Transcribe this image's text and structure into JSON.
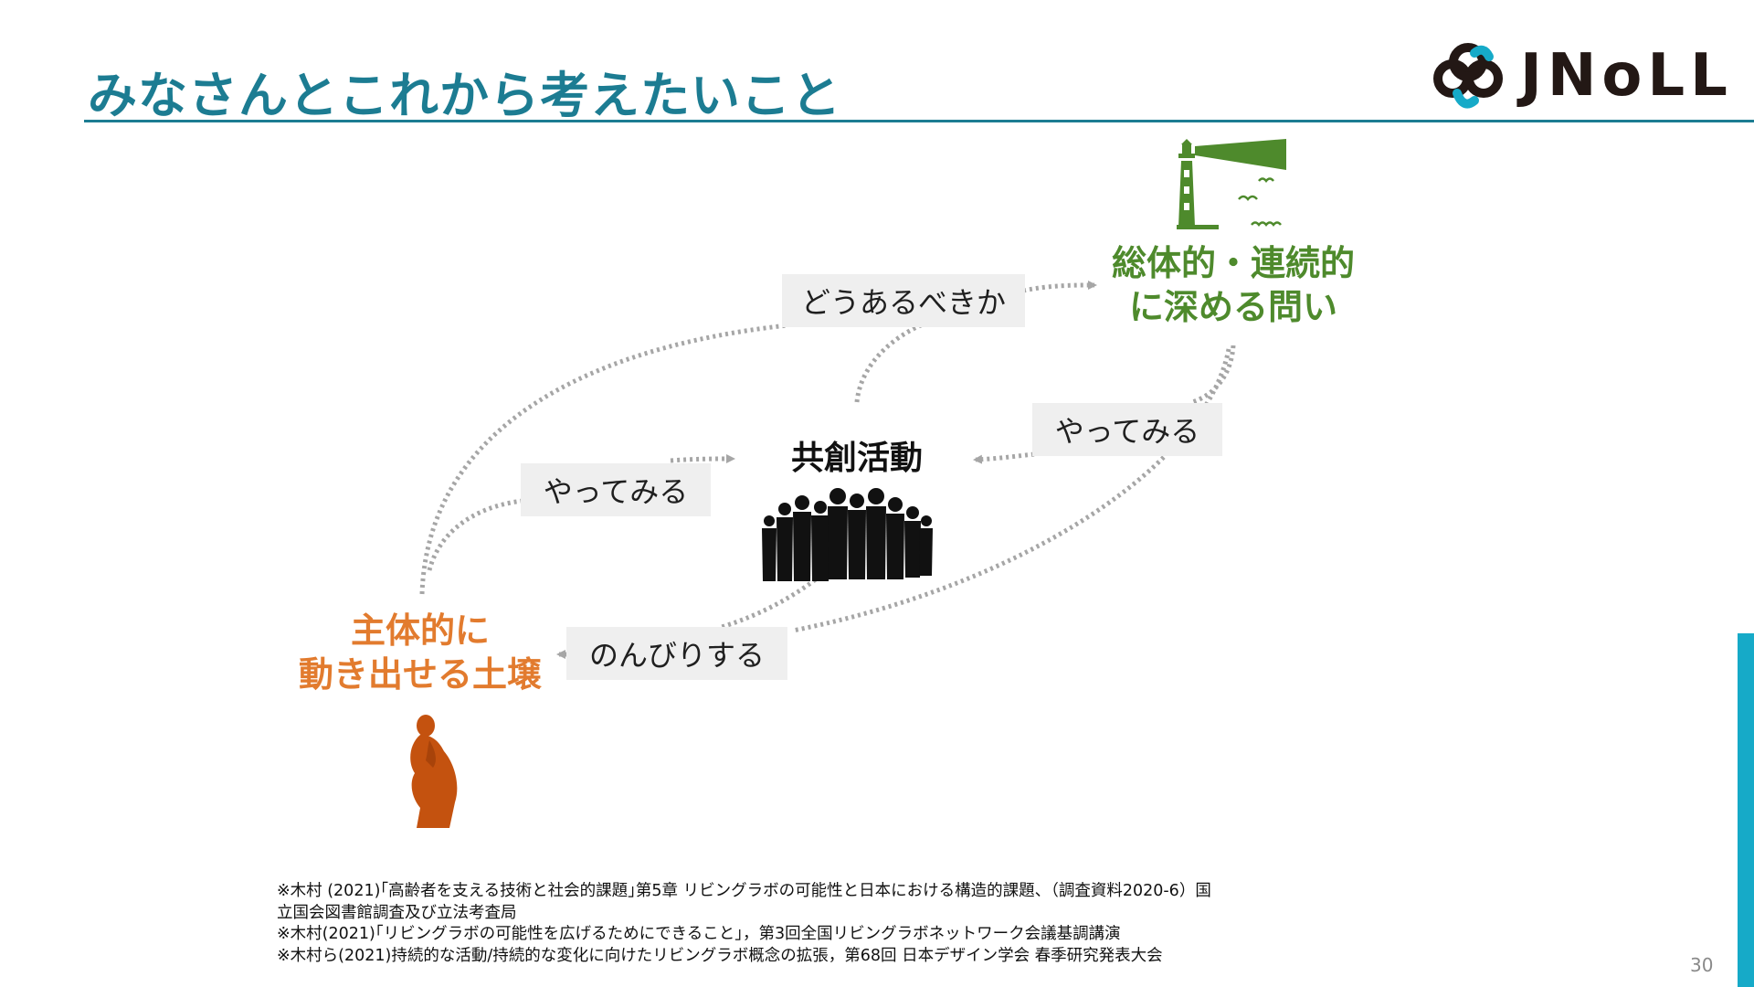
{
  "slide": {
    "title": "みなさんとこれから考えたいこと",
    "logo": {
      "text": "JNoLL"
    },
    "page_number": "30"
  },
  "nodes": {
    "holistic": {
      "line1": "総体的・連続的",
      "line2": "に深める問い",
      "icon": "lighthouse-icon",
      "color": "#4e8a2c"
    },
    "cocreation": {
      "line1": "共創活動",
      "icon": "crowd-icon",
      "color": "#111111"
    },
    "soil": {
      "line1": "主体的に",
      "line2": "動き出せる土壌",
      "icon": "thinker-icon",
      "color": "#e27b2e"
    }
  },
  "edges": {
    "how_it_should_be": "どうあるべきか",
    "try_it_right": "やってみる",
    "try_it_left": "やってみる",
    "relax": "のんびりする"
  },
  "references": [
    "※木村 (2021)｢高齢者を支える技術と社会的課題｣第5章 リビングラボの可能性と日本における構造的課題、（調査資料2020-6）国",
    "立国会図書館調査及び立法考査局",
    "※木村(2021)｢リビングラボの可能性を広げるためにできること｣，第3回全国リビングラボネットワーク会議基調講演",
    "※木村ら(2021)持続的な活動/持続的な変化に向けたリビングラボ概念の拡張，第68回 日本デザイン学会 春季研究発表大会"
  ],
  "colors": {
    "title": "#1c7c92",
    "green": "#4e8a2c",
    "orange": "#e27b2e",
    "thinker": "#c4520f",
    "arrow": "#a6a6a6",
    "accent_bar": "#16aac8"
  }
}
